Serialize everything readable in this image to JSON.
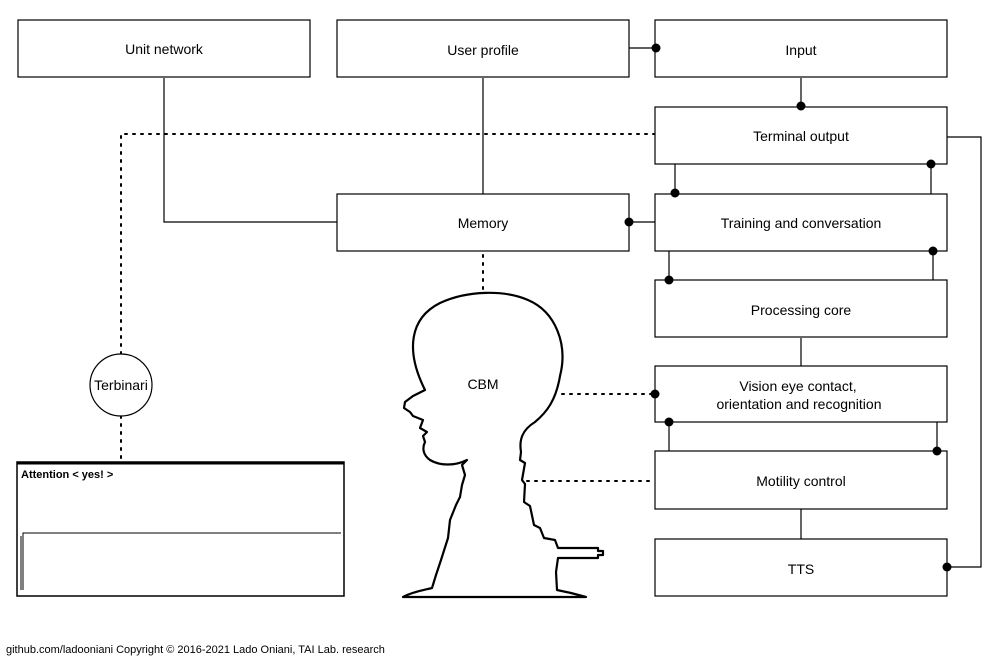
{
  "boxes": {
    "unit_network": "Unit network",
    "user_profile": "User profile",
    "input": "Input",
    "terminal_output": "Terminal output",
    "memory": "Memory",
    "training": "Training and conversation",
    "processing": "Processing core",
    "vision_line1": "Vision eye contact,",
    "vision_line2": "orientation and recognition",
    "motility": "Motility control",
    "tts": "TTS"
  },
  "circle": {
    "terbinari": "Terbinari"
  },
  "head": {
    "label": "CBM"
  },
  "terminal": {
    "title": "Attention < yes! >"
  },
  "footer": "github.com/ladooniani Copyright © 2016-2021 Lado Oniani, TAI Lab. research"
}
